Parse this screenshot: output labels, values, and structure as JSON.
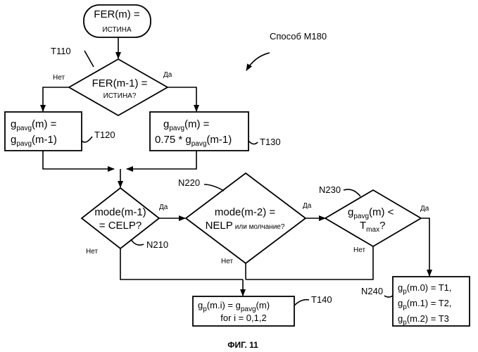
{
  "method_label": "Способ M180",
  "figure_caption": "ФИГ. 11",
  "start": {
    "line1": "FER(m) =",
    "line2": "ИСТИНА"
  },
  "decision_t110": {
    "tag": "T110",
    "line1": "FER(m-1) =",
    "line2": "ИСТИНА?",
    "no": "Нет",
    "yes": "Да"
  },
  "box_t120": {
    "tag": "T120",
    "line1": {
      "a": "g",
      "sub": "pavg",
      "b": "(m) ="
    },
    "line2": {
      "a": "g",
      "sub": "pavg",
      "b": "(m-1)"
    }
  },
  "box_t130": {
    "tag": "T130",
    "line1": {
      "a": "g",
      "sub": "pavg",
      "b": "(m) ="
    },
    "line2": {
      "a": "0.75 * g",
      "sub": "pavg",
      "b": "(m-1)"
    }
  },
  "decision_n210": {
    "tag": "N210",
    "line1": "mode(m-1)",
    "line2": "= CELP?",
    "no": "Нет",
    "yes": "Да"
  },
  "decision_n220": {
    "tag": "N220",
    "line1": "mode(m-2) =",
    "line2a": "NELP",
    "line2b": "или молчание?",
    "no": "Нет",
    "yes": "Да"
  },
  "decision_n230": {
    "tag": "N230",
    "line1": {
      "a": "g",
      "sub": "pavg",
      "b": "(m) <"
    },
    "line2": {
      "a": "T",
      "sub": "max",
      "b": "?"
    },
    "no": "Нет",
    "yes": "Да"
  },
  "box_t140": {
    "tag": "T140",
    "line1": {
      "a": "g",
      "sub": "p",
      "b": "(m.i) = g",
      "sub2": "pavg",
      "c": "(m)"
    },
    "line2": "for i = 0,1,2"
  },
  "box_n240": {
    "tag": "N240",
    "lines": [
      {
        "a": "g",
        "sub": "p",
        "b": "(m.0) = T1,"
      },
      {
        "a": "g",
        "sub": "p",
        "b": "(m.1) = T2,"
      },
      {
        "a": "g",
        "sub": "p",
        "b": "(m.2) = T3"
      }
    ]
  }
}
